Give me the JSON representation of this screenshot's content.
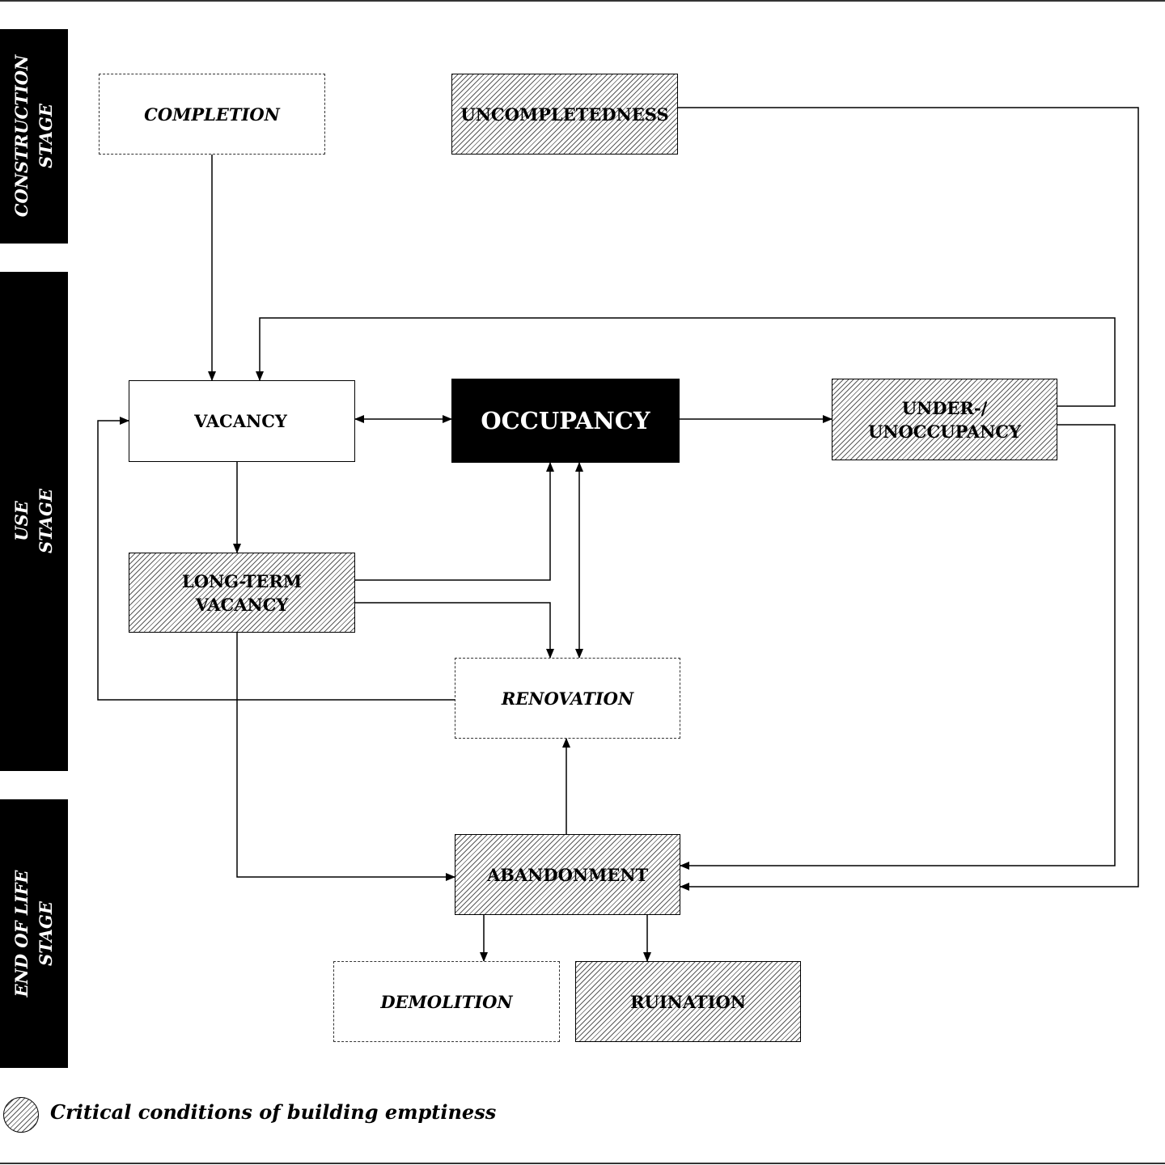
{
  "stages": {
    "construction": "CONSTRUCTION\nSTAGE",
    "use": "USE\nSTAGE",
    "end_of_life": "END OF LIFE\nSTAGE"
  },
  "nodes": {
    "completion": "COMPLETION",
    "uncompletedness": "UNCOMPLETEDNESS",
    "vacancy": "VACANCY",
    "occupancy": "OCCUPANCY",
    "underoccupancy": "UNDER-/\nUNOCCUPANCY",
    "long_term_vacancy": "LONG-TERM\nVACANCY",
    "renovation": "RENOVATION",
    "abandonment": "ABANDONMENT",
    "demolition": "DEMOLITION",
    "ruination": "RUINATION"
  },
  "legend": {
    "label": "Critical conditions of building emptiness"
  },
  "colors": {
    "ink": "#000000",
    "hatch": "#5a5a5a",
    "background": "#ffffff"
  }
}
